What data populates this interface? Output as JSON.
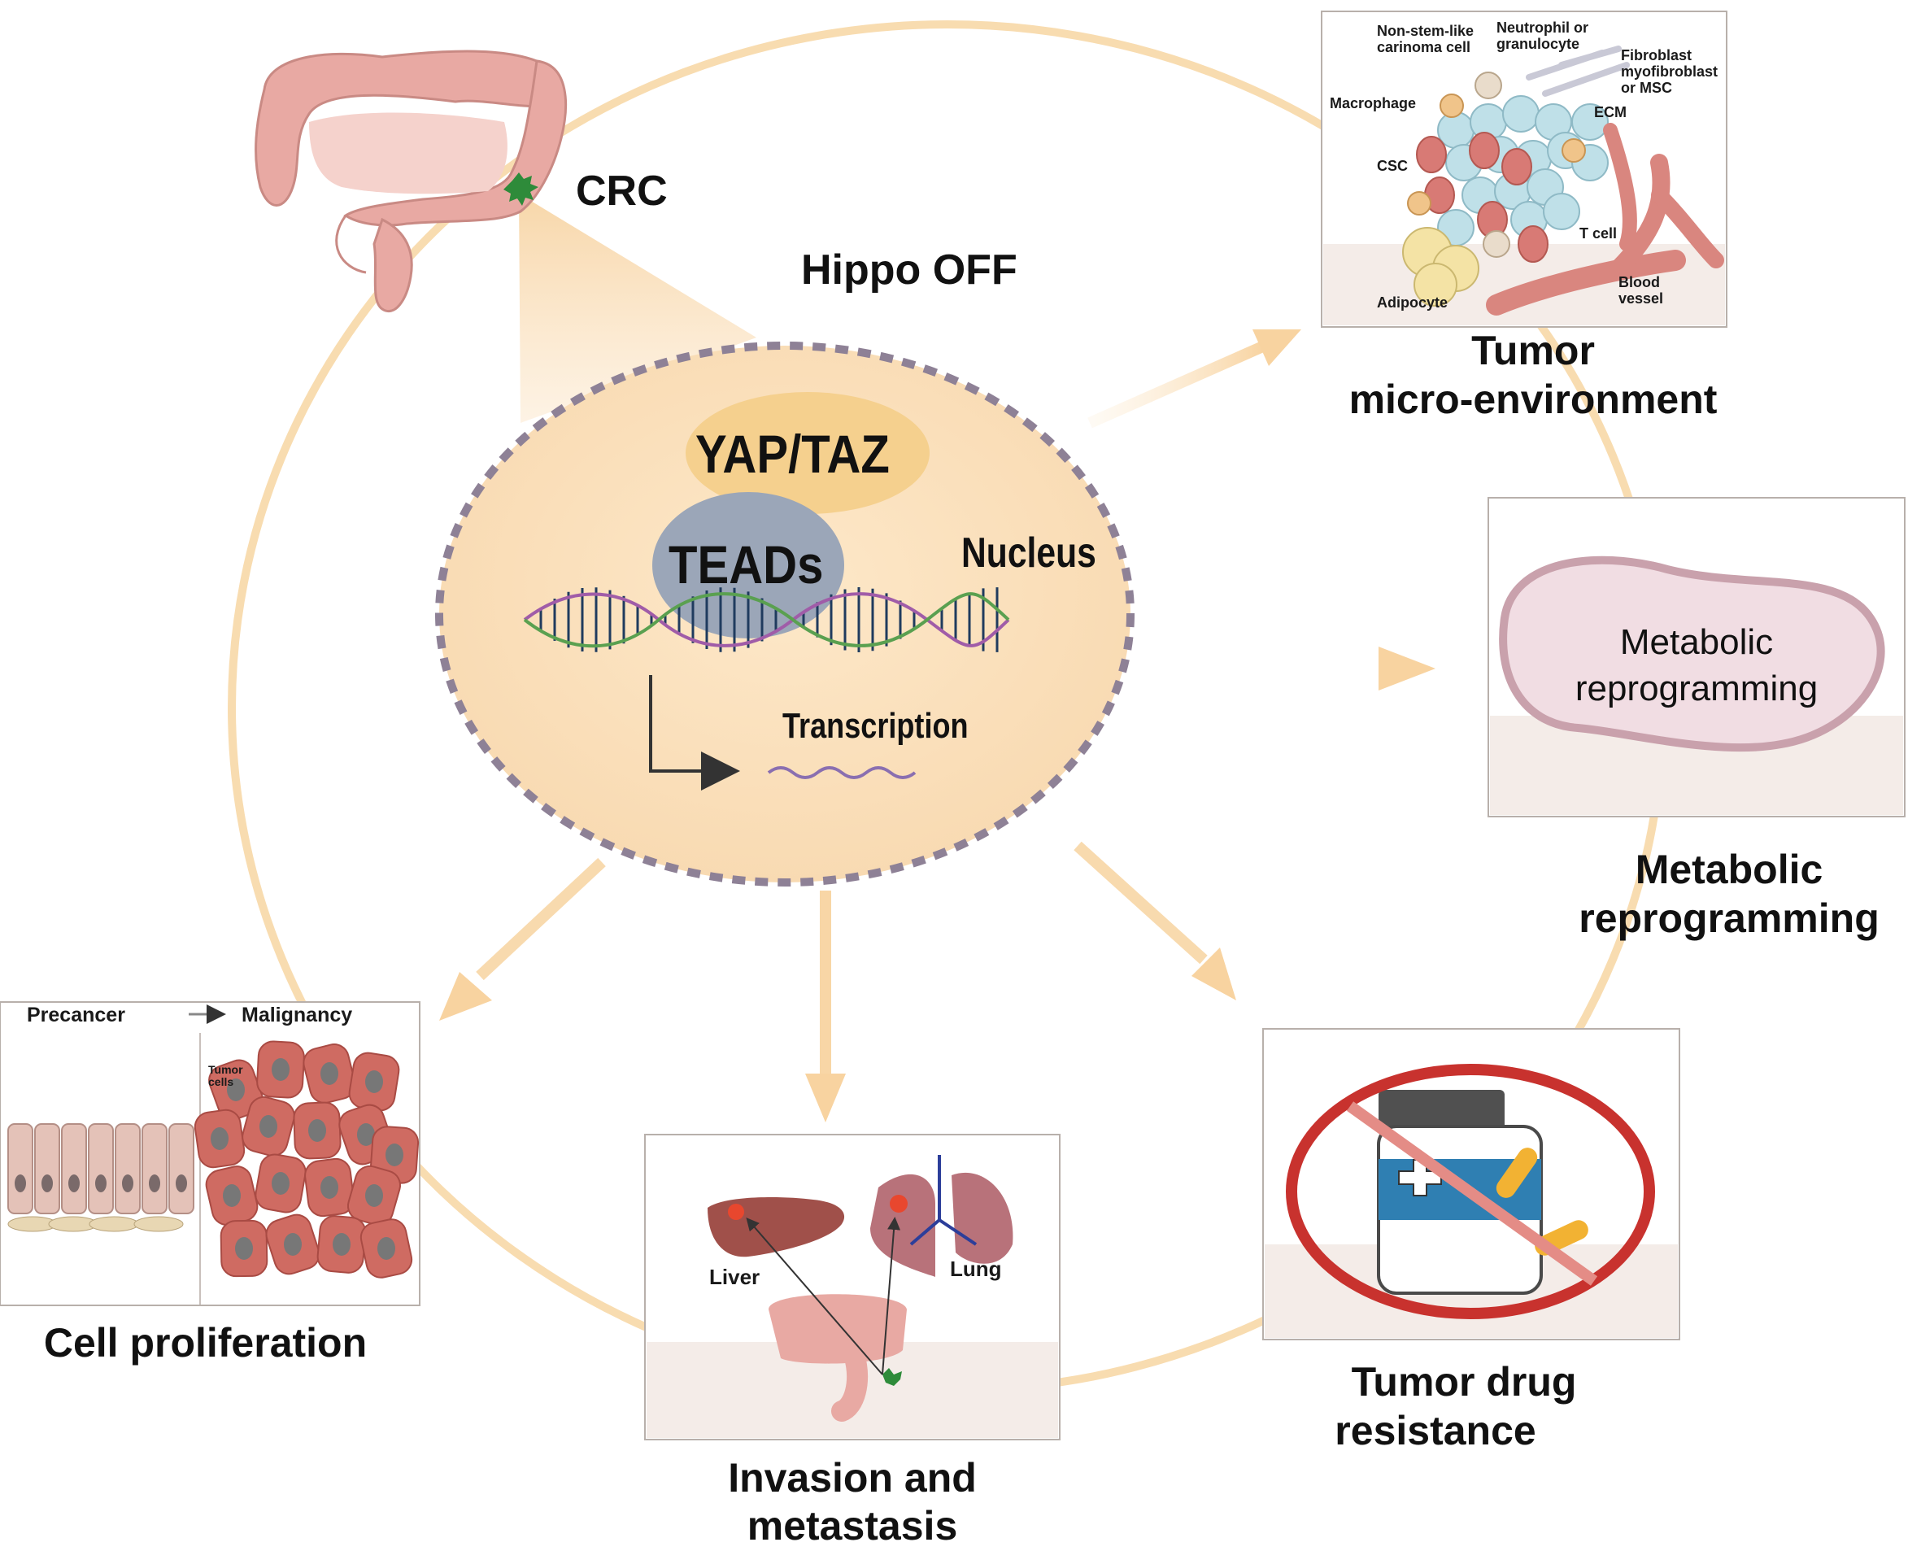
{
  "crc_label": "CRC",
  "hippo_label": "Hippo OFF",
  "nucleus": {
    "yap_taz": "YAP/TAZ",
    "teads": "TEADs",
    "nucleus_label": "Nucleus",
    "transcription": "Transcription"
  },
  "tme": {
    "title_line1": "Tumor",
    "title_line2": "micro-environment",
    "labels": {
      "non_stem": "Non-stem-like\ncarinoma cell",
      "neutrophil": "Neutrophil or\ngranulocyte",
      "fibroblast": "Fibroblast\nmyofibroblast\nor MSC",
      "macrophage": "Macrophage",
      "ecm": "ECM",
      "csc": "CSC",
      "t_cell": "T cell",
      "adipocyte": "Adipocyte",
      "blood_vessel": "Blood\nvessel"
    }
  },
  "metabolic": {
    "inner_line1": "Metabolic",
    "inner_line2": "reprogramming",
    "title_line1": "Metabolic",
    "title_line2": "reprogramming"
  },
  "proliferation": {
    "precancer": "Precancer",
    "malignancy": "Malignancy",
    "tumor_cells": "Tumor\ncells",
    "title": "Cell proliferation"
  },
  "invasion": {
    "liver": "Liver",
    "lung": "Lung",
    "title_line1": "Invasion and",
    "title_line2": "metastasis"
  },
  "drug": {
    "title_line1": "Tumor drug",
    "title_line2": "resistance"
  },
  "colors": {
    "cycle_ring": "#f8dcb0",
    "nucleus_fill": "#fbe2c0",
    "nucleus_border": "#8e8196",
    "yap_taz_fill": "#f5d08e",
    "teads_fill": "#9ba6b8",
    "arrow": "#f8d6a6",
    "colon": "#e8a9a3",
    "tumor_green": "#2e8b3a",
    "tumor_cell": "#cf6b62",
    "no_sign": "#c8322e",
    "label_blue": "#3b7fb5"
  }
}
